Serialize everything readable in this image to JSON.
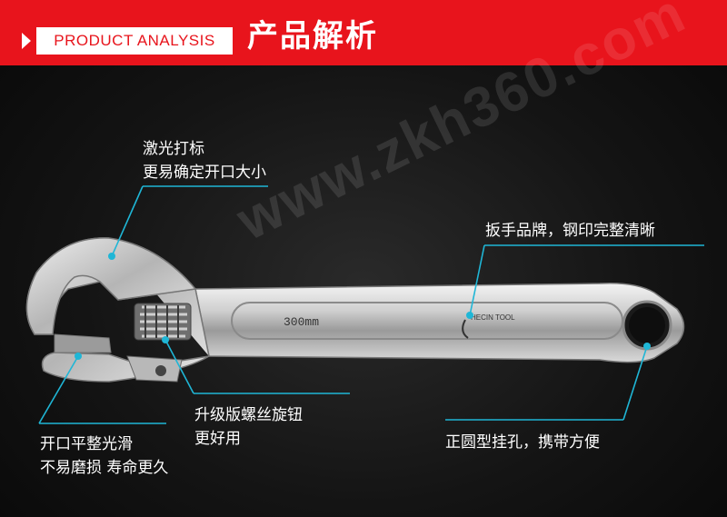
{
  "header": {
    "english_label": "PRODUCT ANALYSIS",
    "title": "产品解析",
    "bar_color": "#e8141c"
  },
  "watermark": "www.zkh360.com",
  "wrench": {
    "engraving_size": "300mm",
    "brand_mark": "HECIN TOOL"
  },
  "callouts": {
    "laser_mark": {
      "line1": "激光打标",
      "line2": "更易确定开口大小"
    },
    "brand_stamp": {
      "line1": "扳手品牌，钢印完整清晰"
    },
    "knob": {
      "line1": "升级版螺丝旋钮",
      "line2": "更好用"
    },
    "jaw": {
      "line1": "开口平整光滑",
      "line2": "不易磨损 寿命更久"
    },
    "hole": {
      "line1": "正圆型挂孔，携带方便"
    }
  },
  "accent_color": "#1fb6d6"
}
